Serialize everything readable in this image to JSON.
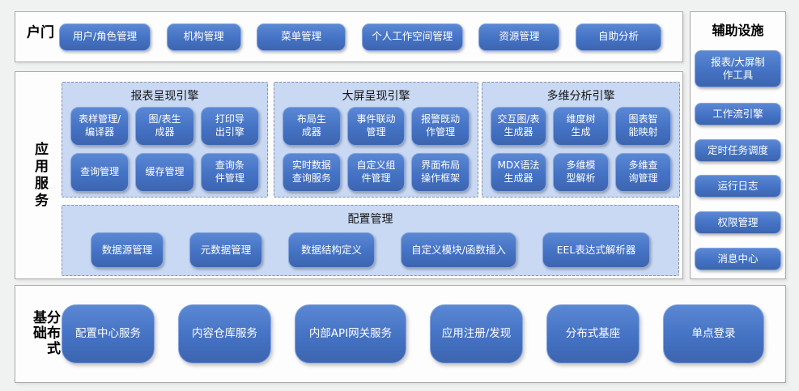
{
  "colors": {
    "node_blue": "#4472c4",
    "node_border": "#87a6de",
    "panel_bg": "#c9d9f4",
    "page_bg": "#f0f1f1"
  },
  "portal": {
    "label": "门户",
    "items": [
      "用户/角色管理",
      "机构管理",
      "菜单管理",
      "个人工作空间管理",
      "资源管理",
      "自助分析"
    ]
  },
  "app_services": {
    "label": "应用服务",
    "engines": [
      {
        "title": "报表呈现引擎",
        "items": [
          "表样管理/\n编译器",
          "图/表生\n成器",
          "打印导\n出引擎",
          "查询管理",
          "缓存管理",
          "查询条\n件管理"
        ]
      },
      {
        "title": "大屏呈现引擎",
        "items": [
          "布局生\n成器",
          "事件联动\n管理",
          "报警既动\n作管理",
          "实时数据\n查询服务",
          "自定义组\n件管理",
          "界面布局\n操作框架"
        ]
      },
      {
        "title": "多维分析引擎",
        "items": [
          "交互图/表\n生成器",
          "维度树\n生成",
          "图表智\n能映射",
          "MDX语法\n生成器",
          "多维模\n型解析",
          "多维查\n询管理"
        ]
      }
    ],
    "config": {
      "title": "配置管理",
      "items": [
        "数据源管理",
        "元数据管理",
        "数据结构定义",
        "自定义模块/函数插入",
        "EEL表达式解析器"
      ]
    }
  },
  "auxiliary": {
    "title": "辅助设施",
    "items": [
      "报表/大屏制\n作工具",
      "工作流引擎",
      "定时任务调度",
      "运行日志",
      "权限管理",
      "消息中心"
    ]
  },
  "foundation": {
    "label": "分布式基础",
    "items": [
      "配置中心服务",
      "内容仓库服务",
      "内部API网关服务",
      "应用注册/发现",
      "分布式基座",
      "单点登录"
    ]
  }
}
